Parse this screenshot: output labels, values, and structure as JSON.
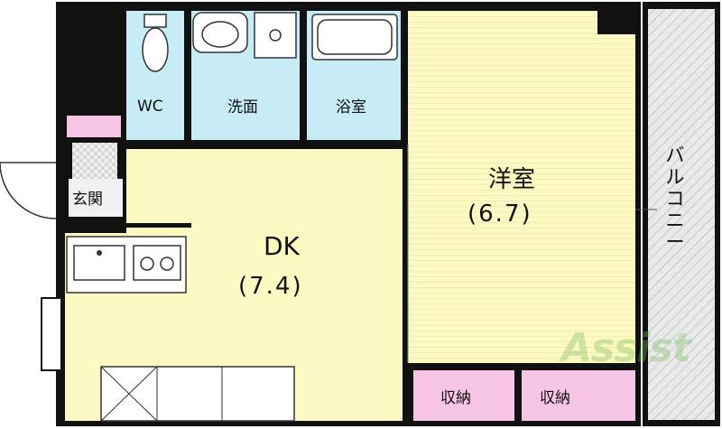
{
  "rooms": {
    "wc": "WC",
    "senmen": "洗面",
    "yokushitsu": "浴室",
    "genkan": "玄関",
    "youshitsu": {
      "name": "洋室",
      "area": "(6.7)"
    },
    "dk": {
      "name": "DK",
      "area": "(7.4)"
    },
    "balcony": "バルコニー",
    "shuno_1": "収納",
    "shuno_2": "収納"
  },
  "watermark": "Assist",
  "colors": {
    "wall": "#111111",
    "floor_yellow": "#fcf9c2",
    "wet_blue": "#c7ecf6",
    "storage_pink": "#f6c5e6",
    "balcony_gray": "#e4e4e4",
    "accent_green": "#7cbf5a"
  }
}
